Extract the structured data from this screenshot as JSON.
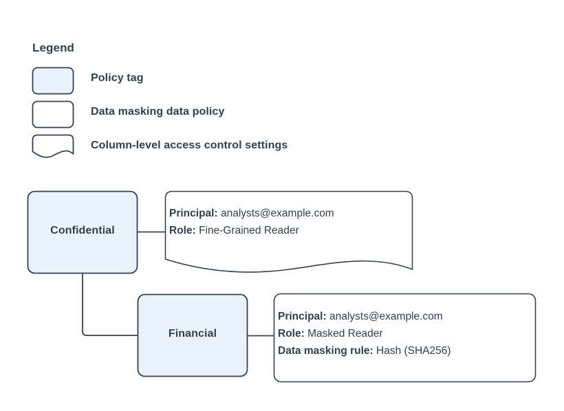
{
  "theme": {
    "background": "#ffffff",
    "node_fill": "#e9f2fd",
    "node_stroke": "#36404e",
    "plain_fill": "#ffffff",
    "text_color": "#32404e",
    "connector_color": "#36404e"
  },
  "legend": {
    "title": "Legend",
    "items": [
      {
        "swatch": "filled-rounded-rect",
        "label": "Policy tag"
      },
      {
        "swatch": "plain-rounded-rect",
        "label": "Data masking data policy"
      },
      {
        "swatch": "document-wave-shape",
        "label": "Column-level access control settings"
      }
    ]
  },
  "diagram": {
    "nodes": [
      {
        "id": "confidential",
        "label": "Confidential",
        "type": "policy-tag"
      },
      {
        "id": "financial",
        "label": "Financial",
        "type": "policy-tag"
      }
    ],
    "callouts": [
      {
        "id": "confidential-access",
        "type": "column-level-access-control-settings",
        "shape": "document-wave",
        "lines": [
          {
            "key": "Principal:",
            "value": "analysts@example.com"
          },
          {
            "key": "Role:",
            "value": "Fine-Grained Reader"
          }
        ]
      },
      {
        "id": "financial-masking-policy",
        "type": "data-masking-data-policy",
        "shape": "rounded-rect",
        "lines": [
          {
            "key": "Principal:",
            "value": "analysts@example.com"
          },
          {
            "key": "Role:",
            "value": "Masked Reader"
          },
          {
            "key": "Data masking rule:",
            "value": "Hash (SHA256)"
          }
        ]
      }
    ],
    "connectors": [
      {
        "from": "confidential",
        "to": "confidential-access",
        "style": "straight-horizontal"
      },
      {
        "from": "confidential",
        "to": "financial",
        "style": "elbow-down-right"
      },
      {
        "from": "financial",
        "to": "financial-masking-policy",
        "style": "straight-horizontal"
      }
    ]
  }
}
